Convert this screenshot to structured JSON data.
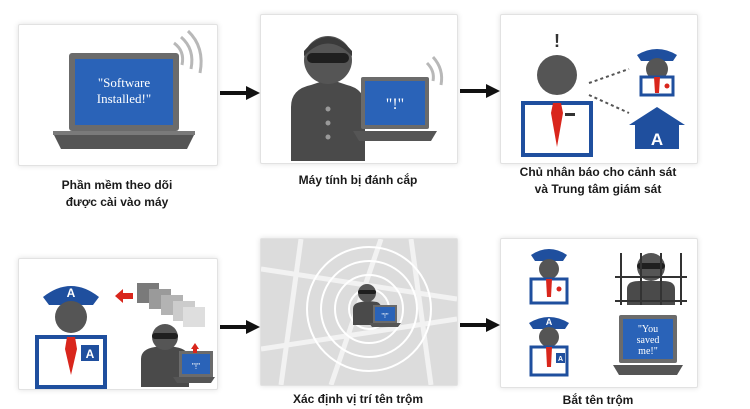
{
  "steps": {
    "install": {
      "screen_text_1": "\"Software",
      "screen_text_2": "Installed!\"",
      "caption_1": "Phần mềm theo dõi",
      "caption_2": "được cài vào máy"
    },
    "stolen": {
      "screen_text": "\"!\"",
      "caption": "Máy tính bị đánh cắp"
    },
    "report": {
      "alert_mark": "!",
      "house_letter": "A",
      "caption_1": "Chủ nhân báo cho cảnh sát",
      "caption_2": "và Trung tâm giám sát"
    },
    "monitor": {
      "cap_letter": "A",
      "badge_letter": "A",
      "screen_text": "\"!\""
    },
    "locate": {
      "screen_text": "\"!\"",
      "caption": "Xác định vị trí tên trộm"
    },
    "recover": {
      "screen_text_1": "\"You",
      "screen_text_2": "saved",
      "screen_text_3": "me!\"",
      "cap_letter": "A",
      "badge_letter": "A",
      "caption": "Bắt tên trộm"
    }
  },
  "colors": {
    "screen_blue": "#2a63b8",
    "figure_gray": "#555555",
    "police_blue": "#1f4f9e",
    "tie_red": "#d9261c",
    "arrow": "#111111"
  }
}
